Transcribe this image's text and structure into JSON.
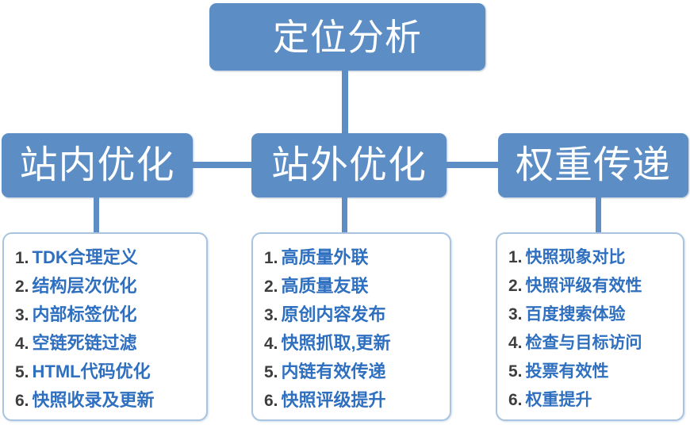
{
  "diagram": {
    "title": "定位分析",
    "type": "org-chart",
    "colors": {
      "node_fill": "#5c8dc4",
      "node_text": "#ffffff",
      "list_border": "#a9c4e0",
      "list_text": "#2f6fc0",
      "list_number": "#3e3e3e",
      "connector": "#5c8dc4",
      "background": "#ffffff"
    },
    "root": {
      "label": "定位分析"
    },
    "branches": [
      {
        "label": "站内优化",
        "items": [
          {
            "num": "1.",
            "text": "TDK合理定义"
          },
          {
            "num": "2.",
            "text": "结构层次优化"
          },
          {
            "num": "3.",
            "text": "内部标签优化"
          },
          {
            "num": "4.",
            "text": "空链死链过滤"
          },
          {
            "num": "5.",
            "text": "HTML代码优化"
          },
          {
            "num": "6.",
            "text": "快照收录及更新"
          }
        ]
      },
      {
        "label": "站外优化",
        "items": [
          {
            "num": "1.",
            "text": "高质量外联"
          },
          {
            "num": "2.",
            "text": "高质量友联"
          },
          {
            "num": "3.",
            "text": "原创内容发布"
          },
          {
            "num": "4.",
            "text": "快照抓取,更新"
          },
          {
            "num": "5.",
            "text": "内链有效传递"
          },
          {
            "num": "6.",
            "text": "快照评级提升"
          }
        ]
      },
      {
        "label": "权重传递",
        "items": [
          {
            "num": "1.",
            "text": "快照现象对比"
          },
          {
            "num": "2.",
            "text": "快照评级有效性"
          },
          {
            "num": "3.",
            "text": "百度搜索体验"
          },
          {
            "num": "4.",
            "text": "检查与目标访问"
          },
          {
            "num": "5.",
            "text": "投票有效性"
          },
          {
            "num": "6.",
            "text": "权重提升"
          }
        ]
      }
    ]
  }
}
